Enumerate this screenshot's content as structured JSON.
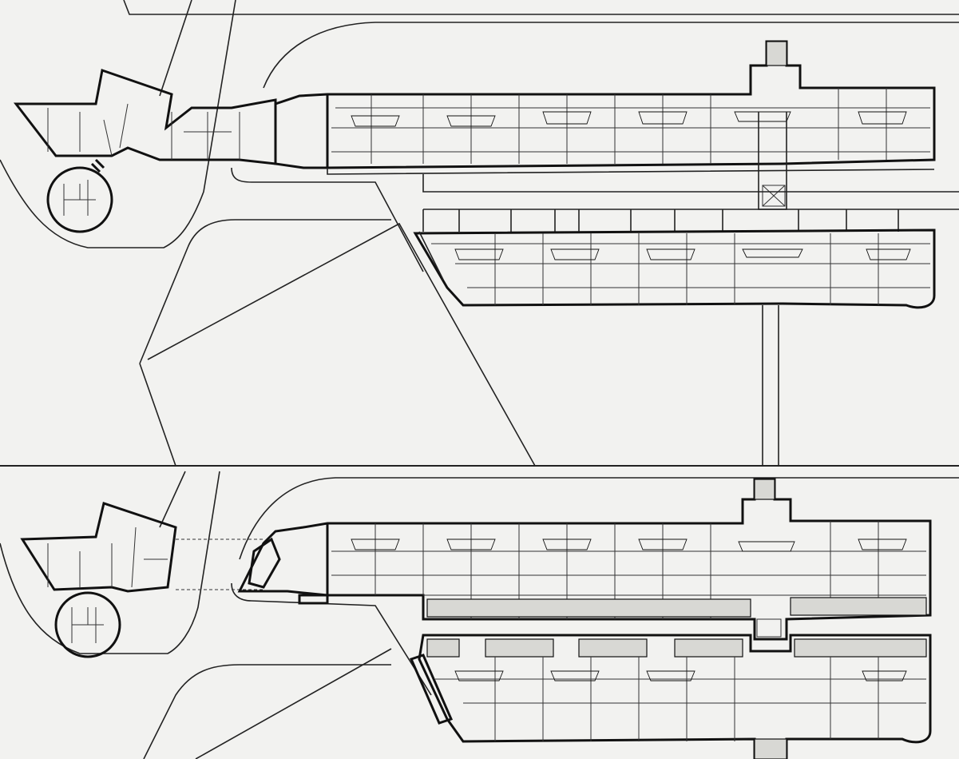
{
  "drawing": {
    "type": "architectural floor plan",
    "panels": [
      "upper-floor-plan",
      "ground-floor-plan"
    ],
    "colors": {
      "paper": "#f2f2f0",
      "ink": "#111111",
      "shade": "#d8d8d4"
    }
  }
}
